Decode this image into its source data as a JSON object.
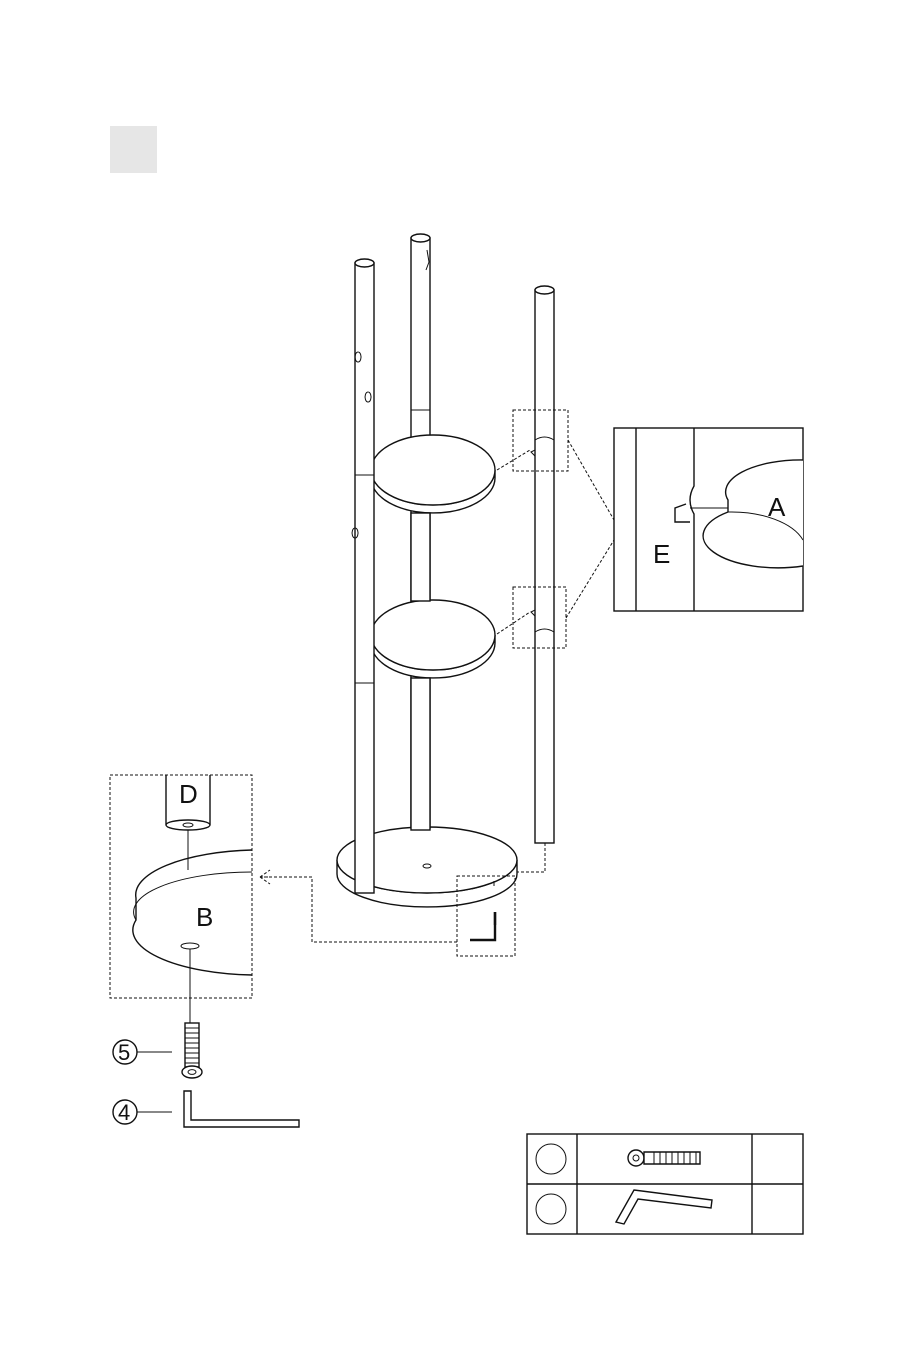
{
  "step_box": {
    "fill": "#e6e6e6"
  },
  "labels": {
    "shelf": "A",
    "base": "B",
    "pole_end": "D",
    "pole": "E"
  },
  "callouts": {
    "bolt": "5",
    "hex_key": "4"
  },
  "parts_table": {
    "rows": [
      {
        "id": "",
        "part_icon": "bolt-icon",
        "qty": ""
      },
      {
        "id": "",
        "part_icon": "hex-key-icon",
        "qty": ""
      }
    ]
  }
}
